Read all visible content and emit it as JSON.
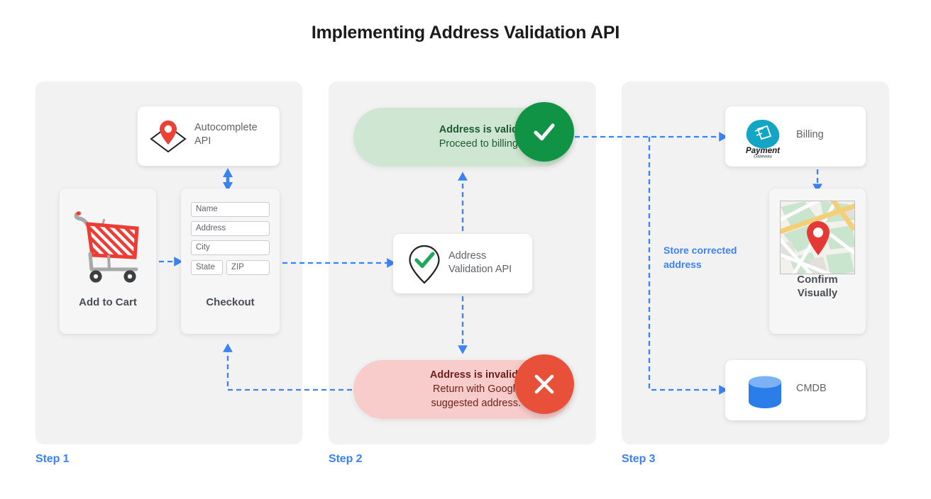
{
  "title": "Implementing Address Validation API",
  "steps": [
    {
      "label": "Step 1"
    },
    {
      "label": "Step 2"
    },
    {
      "label": "Step 3"
    }
  ],
  "step1": {
    "autocomplete": {
      "line1": "Autocomplete",
      "line2": "API",
      "icon": "map-pin-icon"
    },
    "cart": {
      "label": "Add to Cart",
      "icon": "shopping-cart-icon"
    },
    "checkout": {
      "label": "Checkout",
      "fields": [
        {
          "name": "name",
          "placeholder": "Name"
        },
        {
          "name": "address",
          "placeholder": "Address"
        },
        {
          "name": "city",
          "placeholder": "City"
        },
        {
          "name": "state",
          "placeholder": "State"
        },
        {
          "name": "zip",
          "placeholder": "ZIP"
        }
      ]
    }
  },
  "step2": {
    "valid": {
      "headline": "Address is valid.",
      "detail": "Proceed to billing.",
      "icon": "check-icon",
      "badge_color": "#119346",
      "pill_color": "#cfe6d2"
    },
    "invalid": {
      "headline": "Address is invalid.",
      "detail_line1": "Return with Google",
      "detail_line2": "suggested address.",
      "icon": "close-icon",
      "badge_color": "#e9503a",
      "pill_color": "#f7ccca"
    },
    "validation_api": {
      "line1": "Address",
      "line2": "Validation API",
      "icon": "pin-check-icon"
    }
  },
  "step3": {
    "billing": {
      "label": "Billing",
      "logo_line1": "Payment",
      "logo_line2": "Gateway",
      "icon": "payment-gateway-icon"
    },
    "confirm": {
      "label_line1": "Confirm",
      "label_line2": "Visually",
      "icon": "map-thumbnail-icon"
    },
    "cmdb": {
      "label": "CMDB",
      "icon": "database-icon"
    },
    "connector_label": "Store corrected address"
  },
  "colors": {
    "accent_blue": "#3b82f6",
    "panel_gray": "#f2f2f2",
    "valid_green": "#119346",
    "invalid_red": "#e9503a",
    "text_dark": "#4a4f54",
    "text_muted": "#5f6368"
  }
}
